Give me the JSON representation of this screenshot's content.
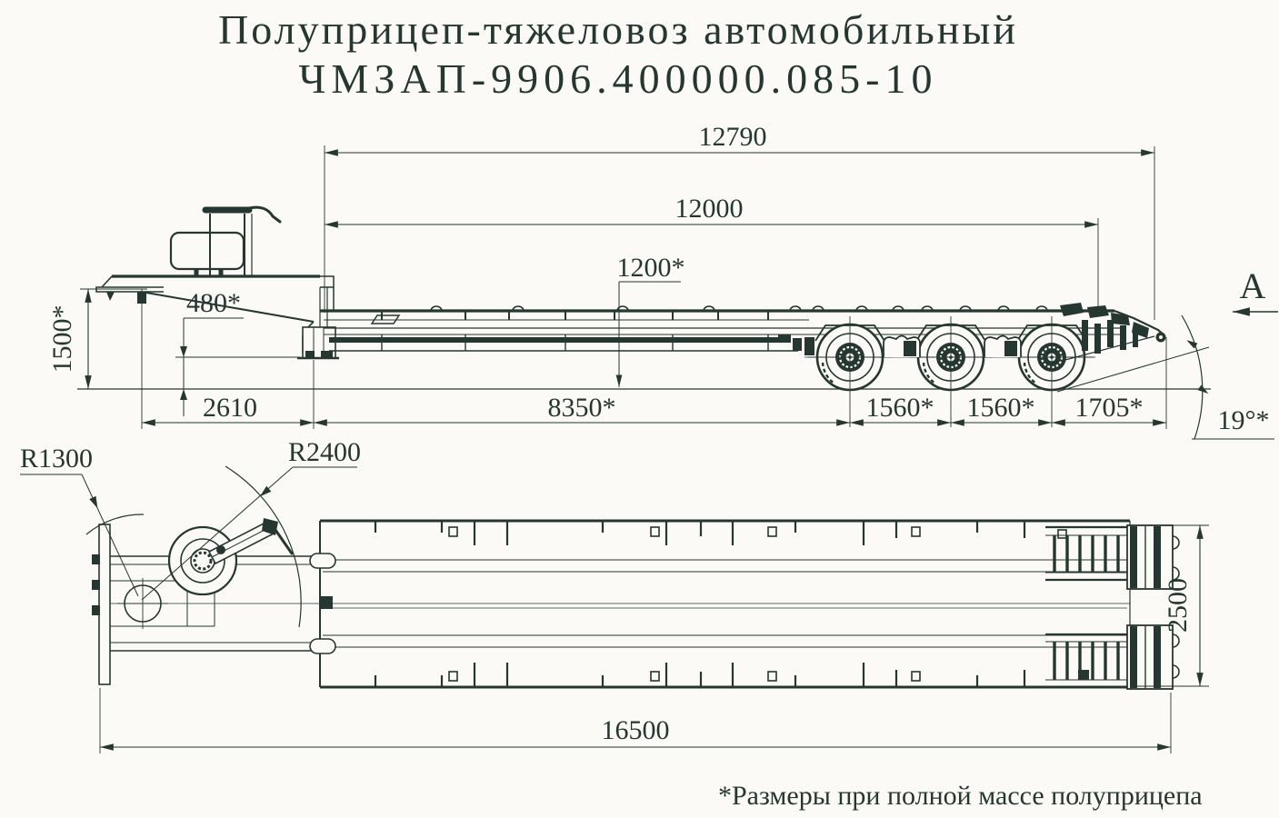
{
  "colors": {
    "ink": "#263731",
    "paper": "#fbfaf7"
  },
  "title": {
    "line1": "Полуприцеп-тяжеловоз автомобильный",
    "line2": "ЧМЗАП-9906.400000.085-10"
  },
  "side_view": {
    "dim_overall_upper": "12790",
    "dim_platform_length": "12000",
    "dim_load_height": "1200*",
    "dim_front_height": "1500*",
    "dim_coupling_clearance": "480*",
    "dim_kingpin_to_platform": "2610",
    "dim_platform_to_first_axle": "8350*",
    "dim_axle_spacing_1": "1560*",
    "dim_axle_spacing_2": "1560*",
    "dim_last_axle_to_rear": "1705*",
    "dim_ramp_angle": "19°*",
    "view_arrow_label": "A"
  },
  "top_view": {
    "dim_radius_inner": "R1300",
    "dim_radius_outer": "R2400",
    "dim_overall_width": "2500",
    "dim_overall_length": "16500"
  },
  "footnote": "*Размеры при полной массе полуприцепа"
}
